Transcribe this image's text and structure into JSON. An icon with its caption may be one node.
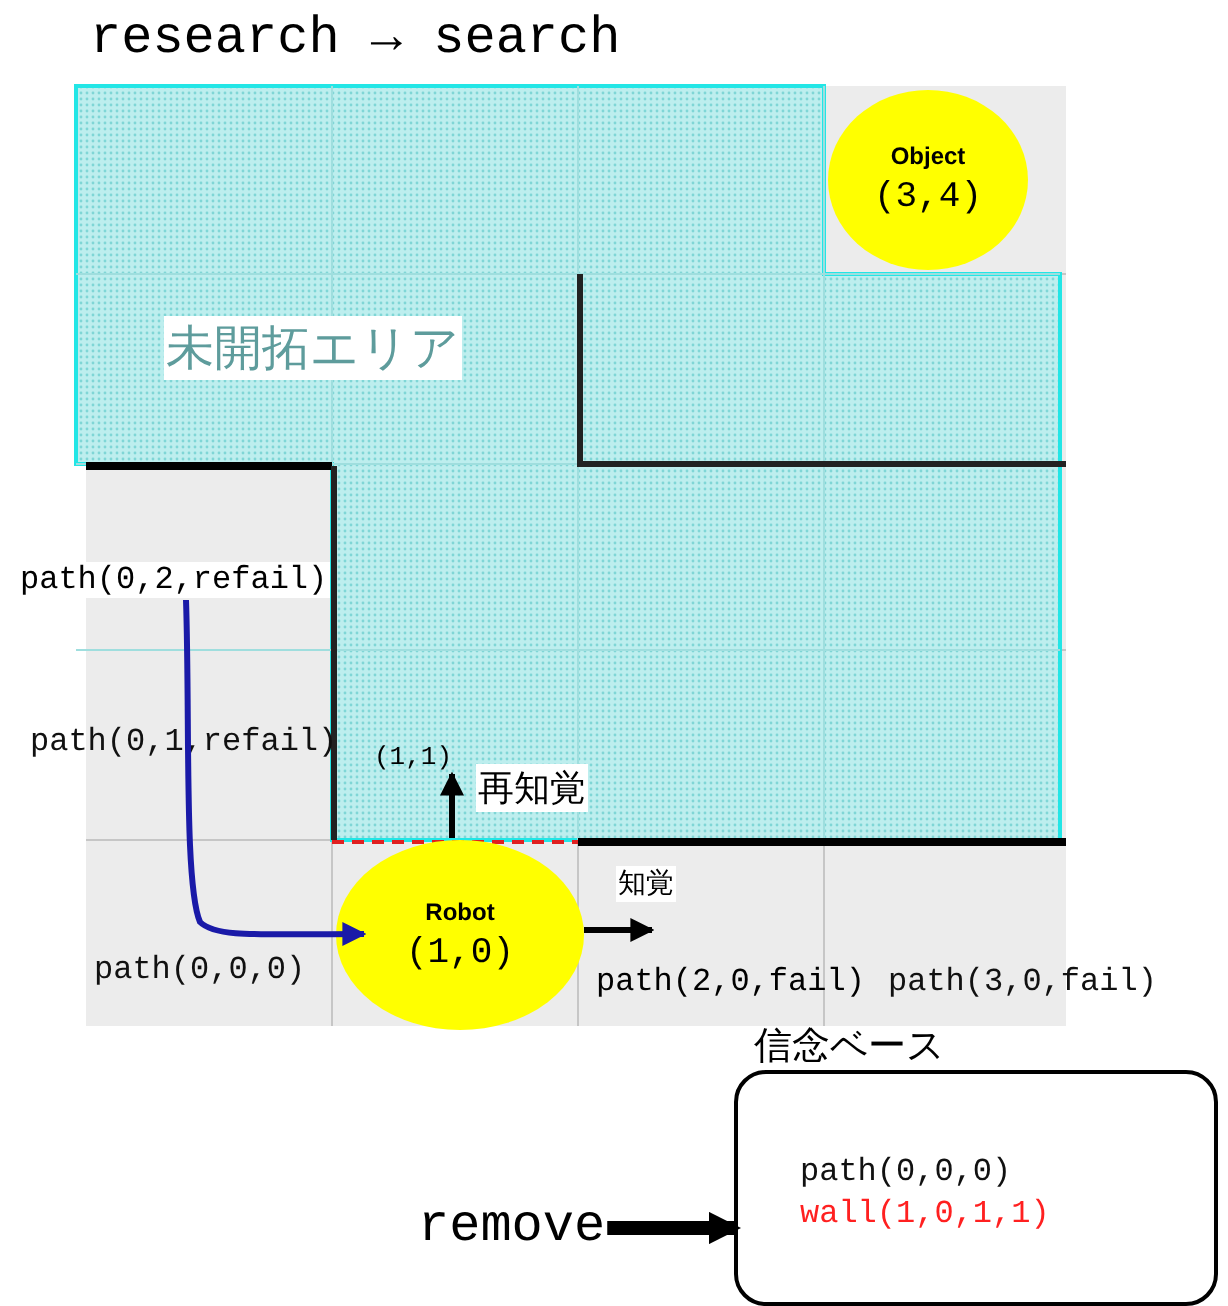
{
  "diagram": {
    "title": "research → search",
    "nodes": [
      {
        "text": [
          "Object",
          "(3,4)"
        ]
      },
      {
        "text": [
          "Robot",
          "(1,0)"
        ]
      },
      {
        "text": [
          "path(0,2,refail)"
        ]
      },
      {
        "text": [
          "信念ベース",
          "path(0,0,0)",
          "wall(1,0,1,1)"
        ]
      },
      {
        "text": [
          "remove"
        ]
      },
      {
        "text": [
          "(1,1)"
        ]
      },
      {
        "text": [
          "path(2,0,fail)"
        ]
      }
    ],
    "edges": [
      {
        "from": 2,
        "to": 1,
        "arrow": "to",
        "color": "#1a1aa8"
      },
      {
        "from": 1,
        "to": 5,
        "arrow": "to",
        "label": "再知覚"
      },
      {
        "from": 1,
        "to": 6,
        "arrow": "to",
        "label": "知覚"
      },
      {
        "from": 4,
        "to": 3,
        "arrow": "to",
        "style": "thick"
      }
    ],
    "labels": [
      "未開拓エリア",
      "path(0,1,refail)",
      "path(0,0,0)",
      "path(3,0,fail)"
    ]
  }
}
